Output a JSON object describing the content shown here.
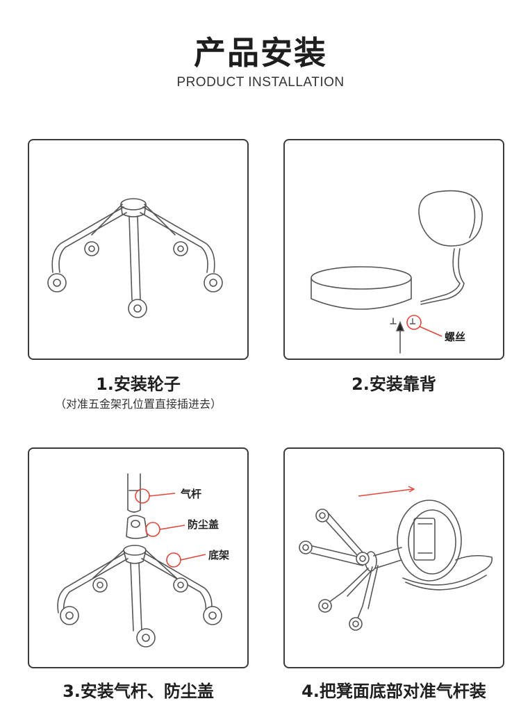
{
  "header": {
    "title": "产品安装",
    "subtitle": "PRODUCT INSTALLATION"
  },
  "steps": [
    {
      "caption": "1.安装轮子",
      "note": "（对准五金架孔位置直接插进去）"
    },
    {
      "caption": "2.安装靠背",
      "labels": {
        "screw": "螺丝"
      }
    },
    {
      "caption": "3.安装气杆、防尘盖",
      "labels": {
        "gas_lift": "气杆",
        "dust_cover": "防尘盖",
        "base": "底架"
      }
    },
    {
      "caption": "4.把凳面底部对准气杆装"
    }
  ],
  "colors": {
    "frame": "#3a3a3a",
    "line": "#555555",
    "callout": "#e0463a",
    "text": "#1e1e1e"
  }
}
